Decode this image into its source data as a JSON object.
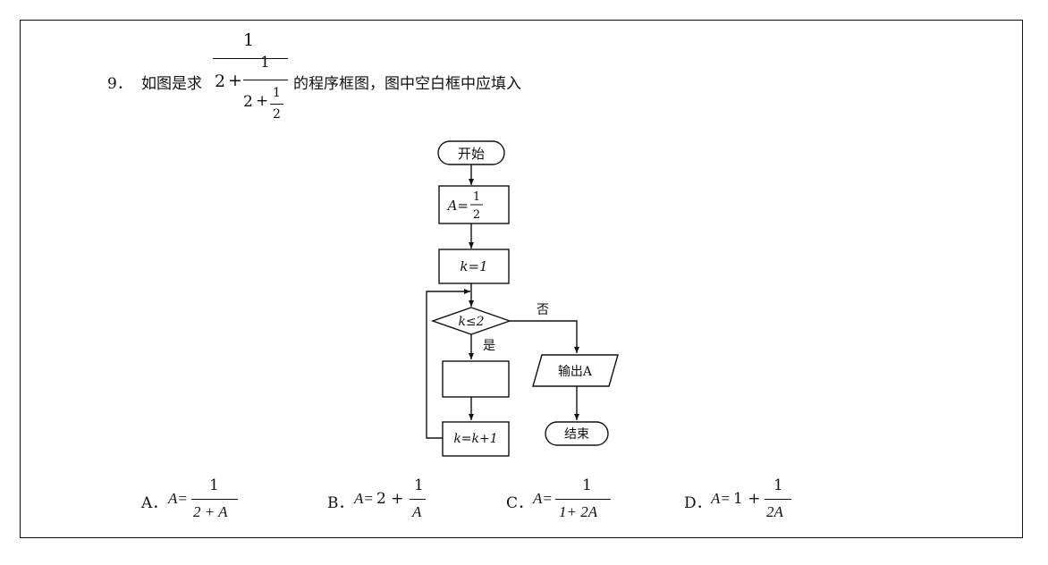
{
  "question": {
    "number": "9．",
    "prompt_before": "如图是求",
    "prompt_after": "的程序框图，图中空白框中应填入",
    "expression": {
      "outer_numerator": "1",
      "two": "2",
      "plus": "+",
      "inner_numerator": "1",
      "inner_denominator_two": "2",
      "innermost_numerator": "1",
      "innermost_denominator": "2"
    }
  },
  "flowchart": {
    "start": "开始",
    "init_a_lhs": "A=",
    "init_a_num": "1",
    "init_a_den": "2",
    "init_k": "k=1",
    "condition": "k≤2",
    "yes_label": "是",
    "no_label": "否",
    "blank_box": "",
    "increment": "k=k+1",
    "output": "输出A",
    "end": "结束"
  },
  "options": [
    {
      "letter": "A．",
      "lhs": "A=",
      "pre": "",
      "num": "1",
      "den": "2 + A"
    },
    {
      "letter": "B．",
      "lhs": "A=",
      "pre": "2 +",
      "num": "1",
      "den": "A"
    },
    {
      "letter": "C．",
      "lhs": "A=",
      "pre": "",
      "num": "1",
      "den": "1+ 2A"
    },
    {
      "letter": "D．",
      "lhs": "A=",
      "pre": "1 +",
      "num": "1",
      "den": "2A"
    }
  ]
}
